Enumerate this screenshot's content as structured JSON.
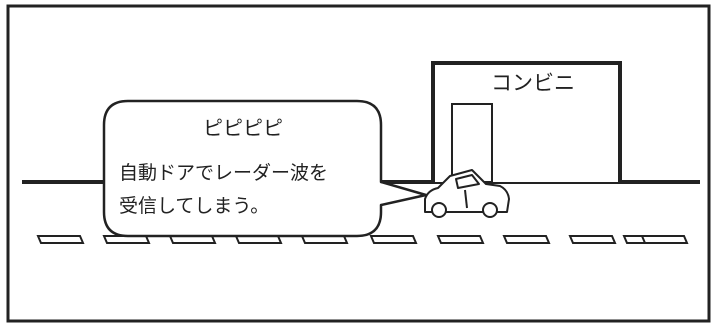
{
  "store": {
    "sign": "コンビニ"
  },
  "speech_bubble": {
    "sound": "ピピピピ",
    "line1": "自動ドアでレーダー波を",
    "line2": "受信してしまう。"
  }
}
